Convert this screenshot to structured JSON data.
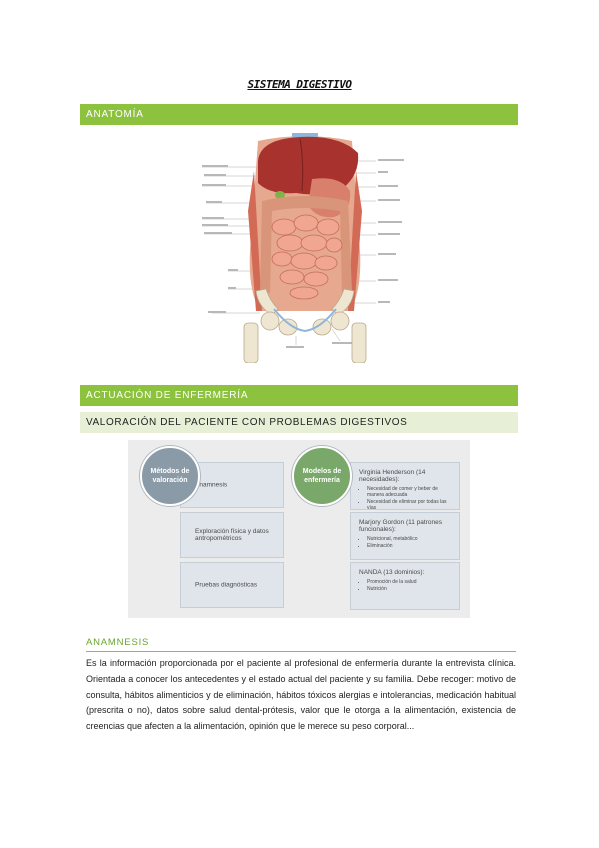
{
  "title": "SISTEMA DIGESTIVO",
  "sections": {
    "anatomia": "ANATOMÍA",
    "actuacion": "ACTUACIÓN DE ENFERMERÍA",
    "valoracion": "VALORACIÓN DEL PACIENTE CON PROBLEMAS DIGESTIVOS",
    "anamnesis": "ANAMNESIS"
  },
  "diagram": {
    "left_circle": "Métodos de valoración",
    "left_boxes": [
      "Anamnesis",
      "Exploración física y datos antropométricos",
      "Pruebas diagnósticas"
    ],
    "right_circle": "Modelos de enfermería",
    "right_boxes": [
      {
        "title": "Virginia Henderson (14 necesidades):",
        "items": [
          "Necesidad de comer y beber de manera adecuada",
          "Necesidad de eliminar por todas las vías"
        ]
      },
      {
        "title": "Marjory Gordon (11 patrones funcionales):",
        "items": [
          "Nutricional, metabólico",
          "Eliminación"
        ]
      },
      {
        "title": "NANDA (13 dominios):",
        "items": [
          "Promoción de la salud",
          "Nutrición"
        ]
      }
    ]
  },
  "anamnesis_text": "Es la información proporcionada por el paciente al profesional de enfermería durante la entrevista clínica. Orientada a conocer los antecedentes y el estado actual del paciente y su familia. Debe recoger: motivo de consulta, hábitos alimenticios y de eliminación, hábitos tóxicos alergias e intolerancias, medicación habitual (prescrita o no), datos sobre salud dental-prótesis, valor que le otorga a la alimentación, existencia de creencias que afecten a la alimentación, opinión que le merece su peso corporal..."
}
